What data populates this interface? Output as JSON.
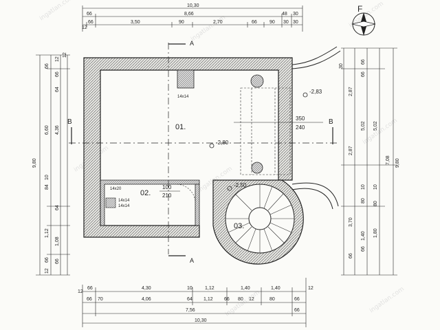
{
  "plan": {
    "rooms": [
      {
        "id": "01",
        "label": "01."
      },
      {
        "id": "02",
        "label": "02."
      },
      {
        "id": "03",
        "label": "03."
      }
    ],
    "levels": [
      "-2,83",
      "-2,80",
      "-2,50"
    ],
    "section_marks": [
      "A",
      "A",
      "B",
      "B"
    ],
    "compass_letter": "F",
    "openings": {
      "door_main": [
        "350",
        "240"
      ],
      "door_02": [
        "100",
        "210"
      ],
      "vent_top": "14x14",
      "vent_02": [
        "14x20",
        "14x14",
        "14x14"
      ]
    },
    "top_dims": {
      "total": "10,30",
      "row2": [
        "66",
        "8,66",
        "48",
        "30"
      ],
      "row3": [
        "12",
        "66",
        "3,50",
        "90",
        "2,70",
        "66",
        "90",
        "30",
        "30"
      ]
    },
    "bottom_dims": {
      "total": "10,30",
      "row1": [
        "12",
        "66",
        "4,30",
        "10",
        "1,12",
        "1,40",
        "1,40",
        "12"
      ],
      "row2": [
        "66",
        "70",
        "4,06",
        "64",
        "1,12",
        "66",
        "80",
        "12",
        "80",
        "66"
      ],
      "row3": [
        "7,56",
        "66"
      ]
    },
    "left_dims": {
      "total": "9,80",
      "col1": [
        "66",
        "6,60",
        "84",
        "10",
        "1,12",
        "66",
        "12"
      ],
      "col2": [
        "12",
        "66",
        "64",
        "4,36",
        "64",
        "1,08",
        "66"
      ],
      "col3": [
        "12"
      ]
    },
    "right_dims": {
      "total": "9,80",
      "col1": [
        "30",
        "2,87",
        "2,87",
        "3,70",
        "66"
      ],
      "col2": [
        "66",
        "66",
        "5,02",
        "10",
        "80",
        "66",
        "1,40"
      ],
      "col3": [
        "5,02",
        "7,08",
        "10",
        "1,80",
        "80"
      ]
    },
    "watermarks": [
      "ingatlan.com",
      "ingatlan.com",
      "ingatlan.com",
      "ingatlan.com",
      "ingatlan.com",
      "ingatlan.com",
      "ingatlan.com",
      "ingatlan.com"
    ]
  }
}
